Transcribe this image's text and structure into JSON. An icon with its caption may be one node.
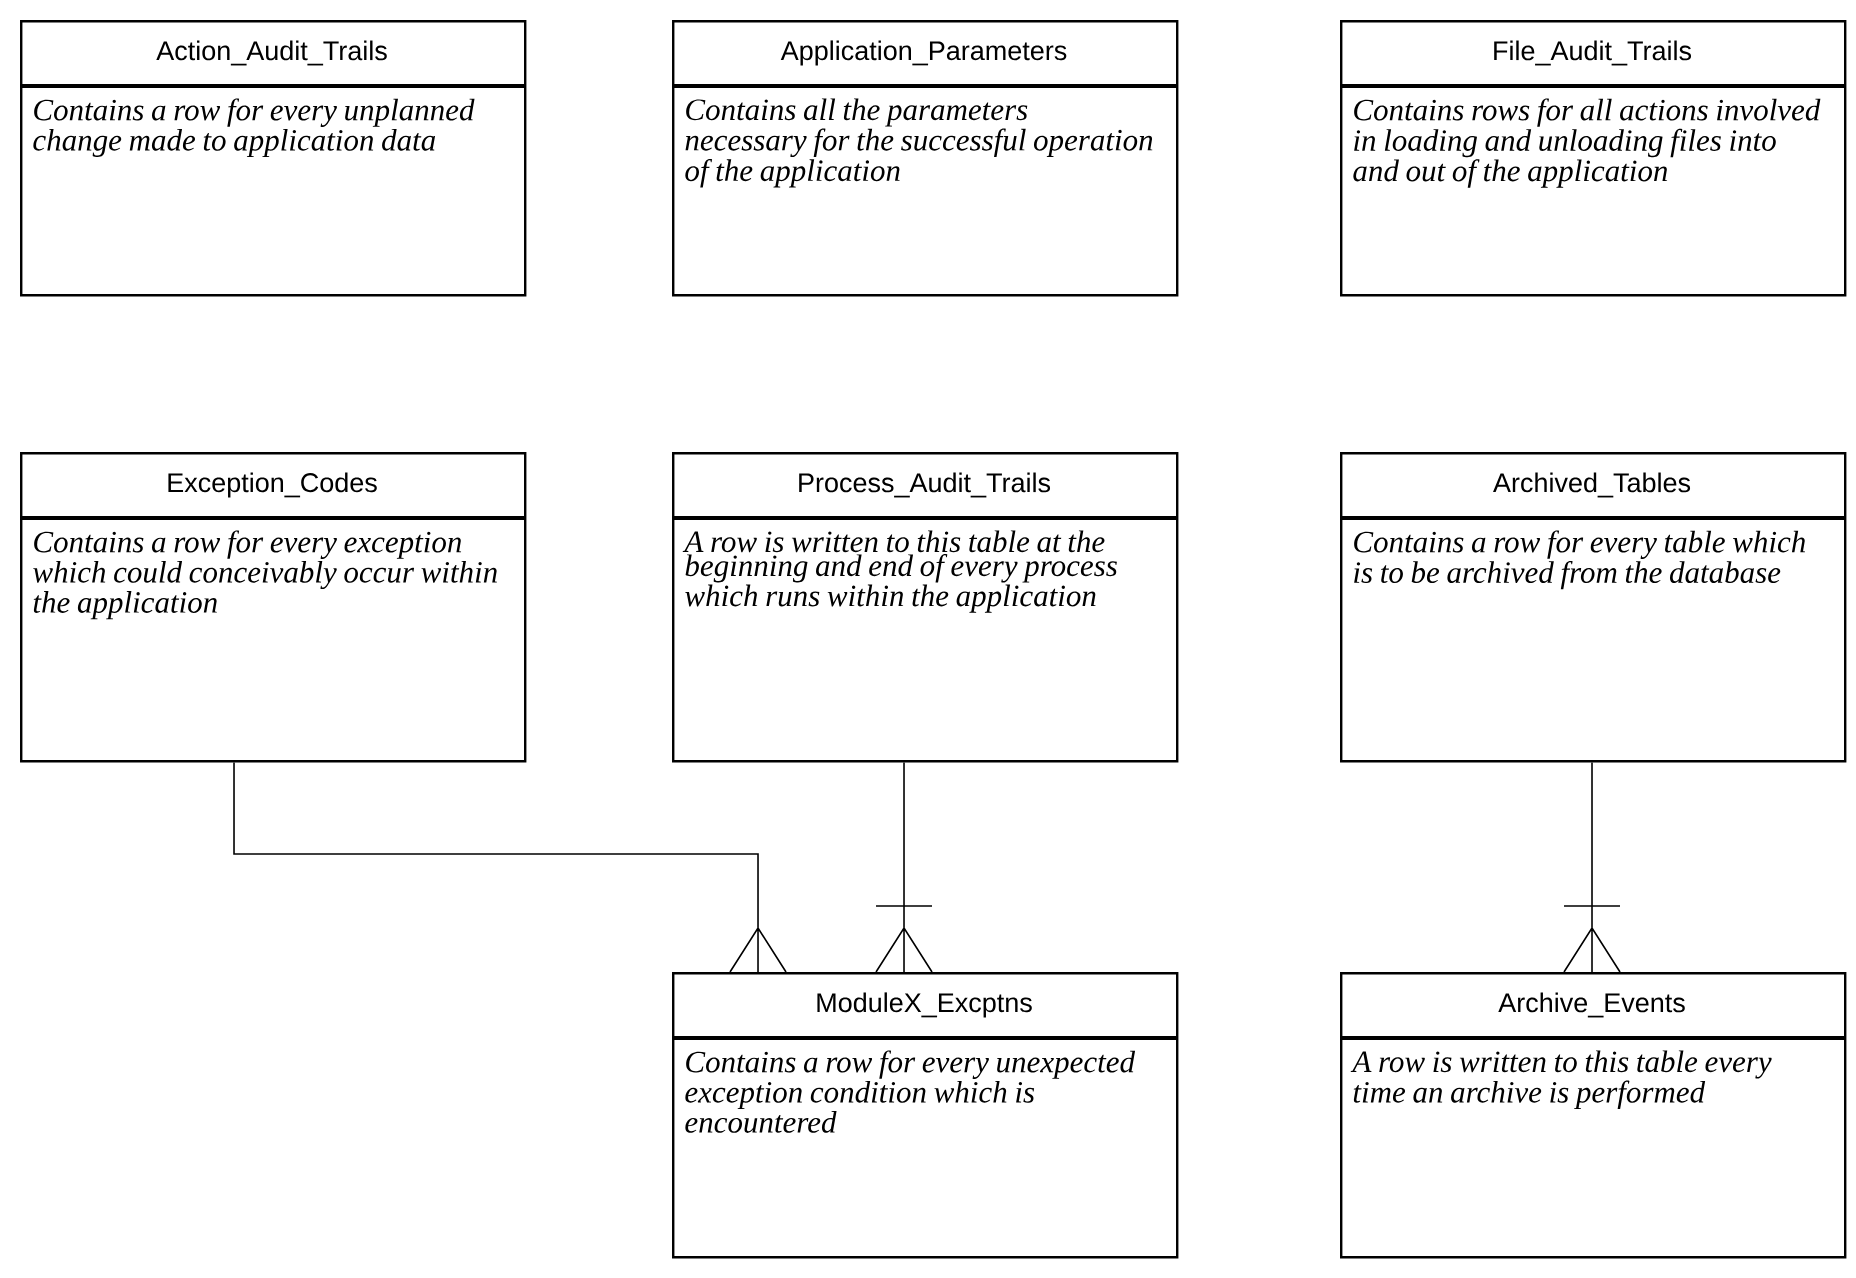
{
  "diagram": {
    "nodes": [
      {
        "text": [
          "Action_Audit_Trails",
          "Contains a row for every unplanned change made to application data"
        ]
      },
      {
        "text": [
          "Application_Parameters",
          "Contains all the parameters necessary for the successful operation of the application"
        ]
      },
      {
        "text": [
          "File_Audit_Trails",
          "Contains rows for all actions involved in loading and unloading files into and out of the application"
        ]
      },
      {
        "text": [
          "Exception_Codes",
          "Contains a row for every exception which could conceivably occur within the application"
        ]
      },
      {
        "text": [
          "Process_Audit_Trails",
          "A row is written to this table at the beginning and end of every process which runs within the application"
        ]
      },
      {
        "text": [
          "Archived_Tables",
          "Contains a row for every table which is to be archived from the database"
        ]
      },
      {
        "text": [
          "ModuleX_Excptns",
          "Contains a row for every unexpected exception condition which is encountered"
        ]
      },
      {
        "text": [
          "Archive_Events",
          "A row is written to this table every time an archive is performed"
        ]
      }
    ],
    "edges": [
      {
        "from": 3,
        "to": 6,
        "arrow": "other"
      },
      {
        "from": 4,
        "to": 6,
        "arrow": "other"
      },
      {
        "from": 5,
        "to": 7,
        "arrow": "other"
      }
    ]
  }
}
